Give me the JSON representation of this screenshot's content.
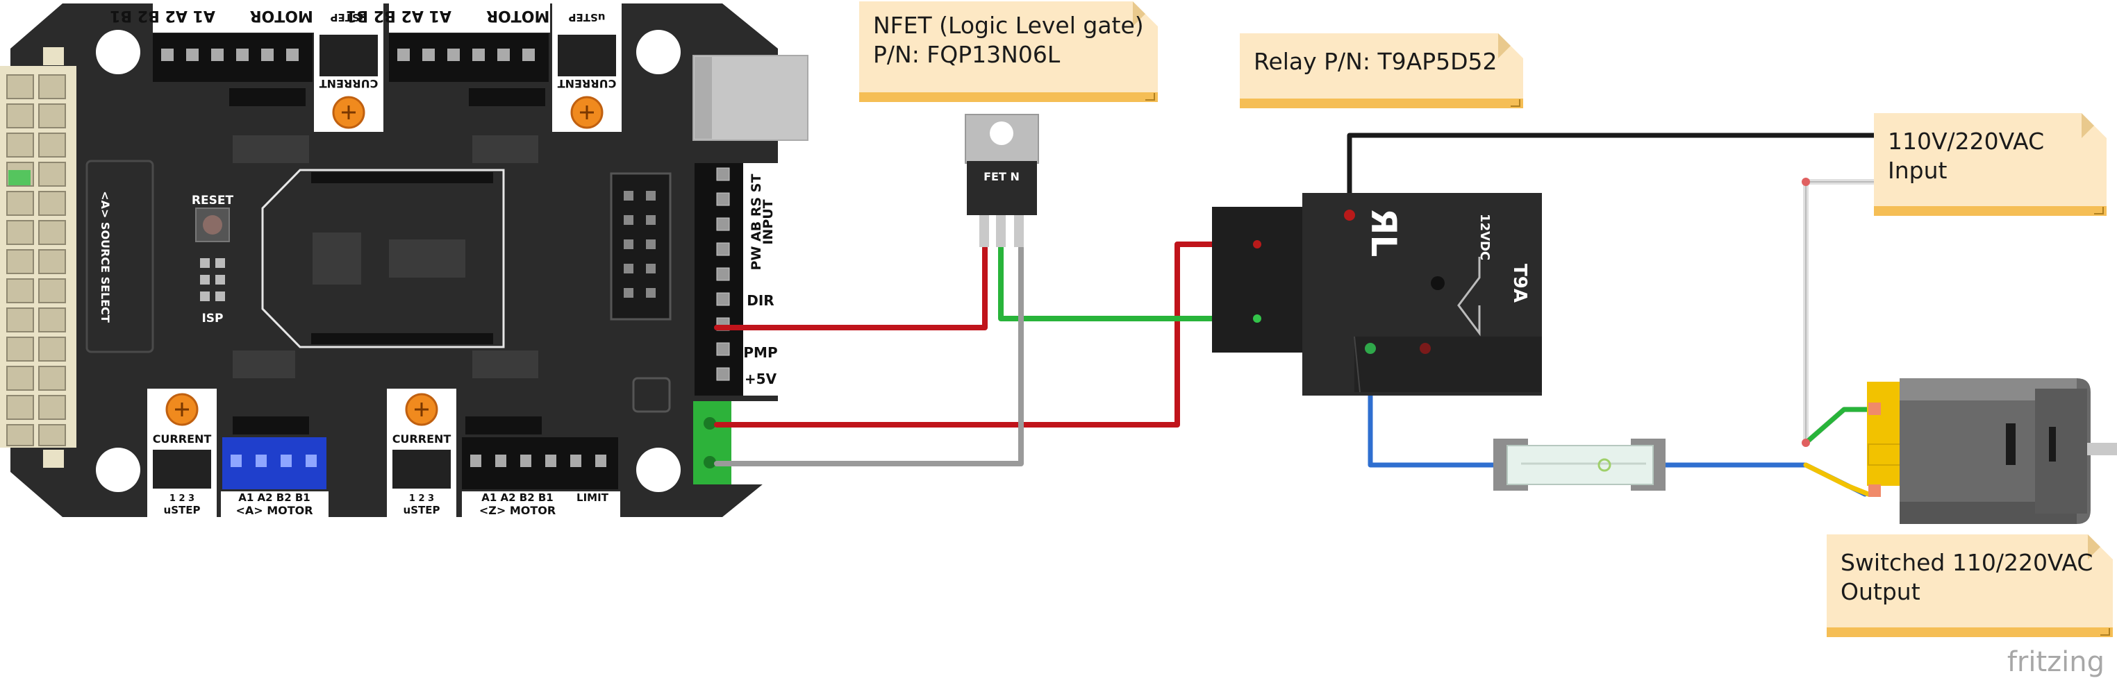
{
  "notes": {
    "nfet": {
      "line1": "NFET (Logic Level gate)",
      "line2": "P/N: FQP13N06L"
    },
    "relay": {
      "line1": "Relay P/N: T9AP5D52"
    },
    "input": {
      "line1": "110V/220VAC",
      "line2": "Input"
    },
    "output": {
      "line1": "Switched 110/220VAC",
      "line2": "Output"
    }
  },
  "board": {
    "reset_label": "RESET",
    "isp_label": "ISP",
    "current_label": "CURRENT",
    "ustep_label": "uSTEP",
    "ustep_numbers": "1 2 3",
    "limit_label": "LIMIT",
    "source_select_label": "<A> SOURCE SELECT",
    "x_motor": {
      "title": "<X> MOTOR",
      "pins": "A1 A2 B2 B1"
    },
    "y_motor": {
      "title": "<Y> MOTOR",
      "pins": "A1 A2 B2 B1"
    },
    "a_motor": {
      "title": "<A> MOTOR",
      "pins": "A1 A2 B2 B1"
    },
    "z_motor": {
      "title": "<Z> MOTOR",
      "pins": "A1 A2 B2 B1"
    },
    "input_header": "INPUT",
    "input_pins": "PW AB RS ST",
    "dir_label": "DIR",
    "pmp_label": "PMP",
    "v5_label": "+5V"
  },
  "fet": {
    "marking": "FET N"
  },
  "relay": {
    "rating": "12VDC",
    "code": "T9A"
  },
  "watermark": "fritzing",
  "colors": {
    "wire_red": "#c0141b",
    "wire_green": "#28b43a",
    "wire_gray": "#9a9a9a",
    "wire_blue": "#2f6fd0",
    "wire_black": "#1a1a1a",
    "wire_yellow": "#f2c200",
    "board": "#2b2b2b",
    "note_body": "#fde8c4",
    "note_band": "#f5be55",
    "pot_orange": "#f08a1e",
    "terminal_green": "#2db23a",
    "terminal_blue": "#1f3fcc"
  }
}
